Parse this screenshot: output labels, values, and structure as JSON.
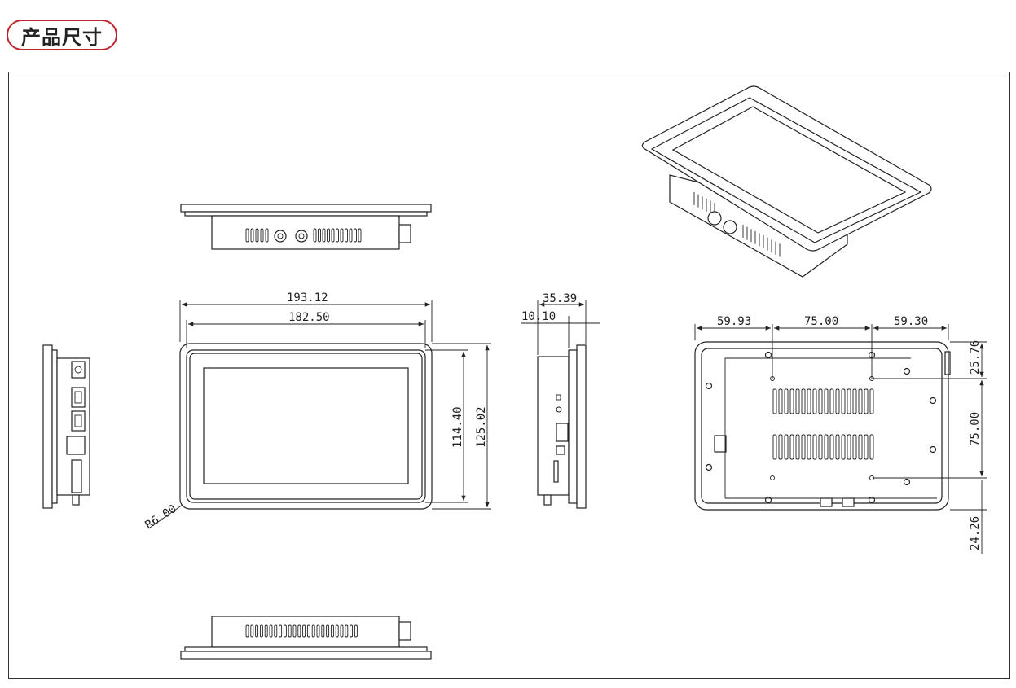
{
  "title": "产品尺寸",
  "dimensions": {
    "overall_width": "193.12",
    "screen_width": "182.50",
    "screen_height": "114.40",
    "overall_height": "125.02",
    "corner_radius": "R6.00",
    "depth_total": "35.39",
    "bezel_depth": "10.10",
    "hole_left_offset": "59.93",
    "hole_spacing_h": "75.00",
    "hole_right_offset": "59.30",
    "hole_top_offset": "25.76",
    "hole_spacing_v": "75.00",
    "hole_bottom_offset": "24.26"
  }
}
